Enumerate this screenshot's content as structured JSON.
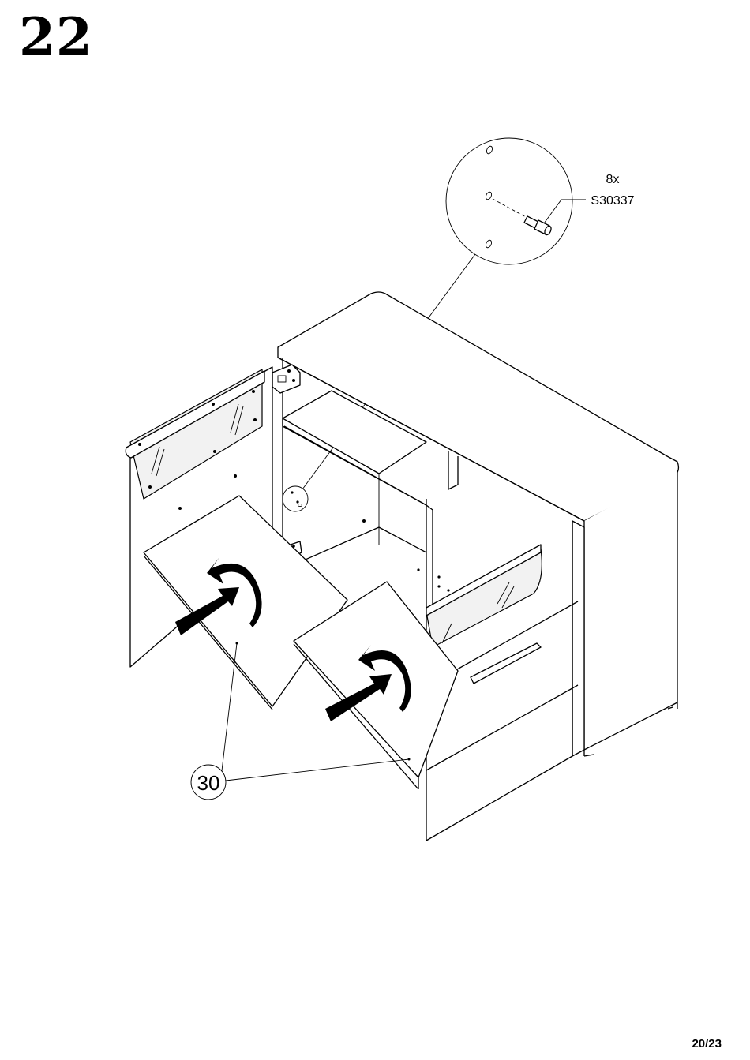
{
  "page": {
    "step_number": "22",
    "page_number": "20/23"
  },
  "detail": {
    "quantity": "8x",
    "part_code": "S30337"
  },
  "callout": {
    "part_label": "30"
  }
}
